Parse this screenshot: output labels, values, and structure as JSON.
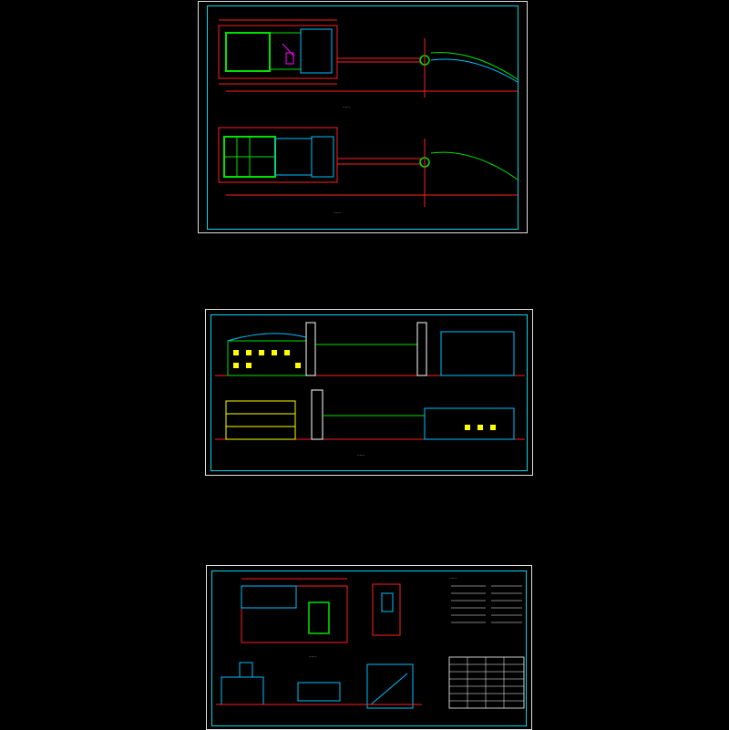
{
  "sheets": [
    {
      "id": "site-plan-sheet",
      "caption_a": "",
      "caption_b": ""
    },
    {
      "id": "elevation-sheet",
      "caption_a": "",
      "caption_b": ""
    },
    {
      "id": "detail-sheet",
      "caption_a": "",
      "caption_b": ""
    }
  ],
  "colors": {
    "frame": "#e0e0e0",
    "border": "#00d8e8",
    "wall": "#00e000",
    "dimension": "#ff2020",
    "axis": "#ff00ff",
    "text": "#ffffff",
    "note": "#ffff00",
    "line": "#00c0ff"
  }
}
